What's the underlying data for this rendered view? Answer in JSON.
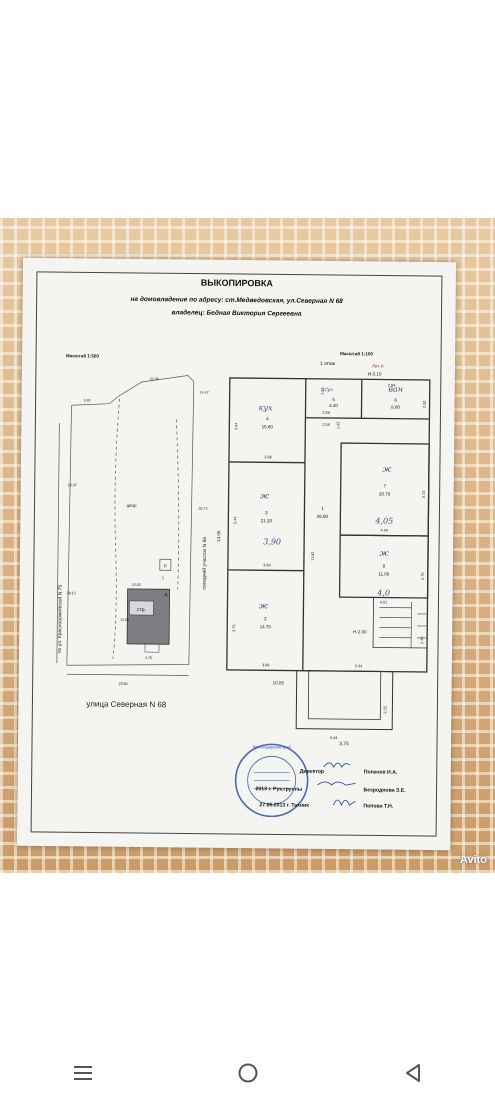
{
  "document": {
    "title": "ВЫКОПИРОВКА",
    "address_line": "на домовладение по адресу: ст.Медведовская, ул.Северная N 68",
    "owner_line": "владелец: Бедная Виктория Сергеевна",
    "scale_left": "Масштаб 1:500",
    "scale_right": "Масштаб 1:100",
    "floor": "1 этаж",
    "lit": "Лит А",
    "height": "H-3.10",
    "height_stairs": "H-2.90"
  },
  "site_plan": {
    "left_street": "по ул. Красноармейской N 75",
    "right_neighbor": "соседний участок N 66",
    "bottom_street": "улица Северная N 68",
    "yard": "двор",
    "building_code": "стр.",
    "building_letter": "А",
    "marker": "II",
    "marker_number": "1",
    "dims": {
      "top_left": "9.91",
      "top_right": "21.06",
      "left_top": "25.97",
      "left_bottom": "38.13",
      "right_top": "14.47",
      "right_mid": "35.73",
      "bottom": "29.84",
      "bld_top": "10.05",
      "bld_side": "14.05",
      "bld_bottom": "3.75"
    }
  },
  "floor_plan": {
    "overall_height": "14.05",
    "overall_width": "10.05",
    "porch_width": "3,75",
    "porch_height": "2.25",
    "rooms": [
      {
        "no": "4",
        "area": "15.60",
        "note": "кух"
      },
      {
        "no": "5",
        "area": "4.20",
        "note": "с/уз"
      },
      {
        "no": "6",
        "area": "8.00",
        "note": "ван"
      },
      {
        "no": "3",
        "area": "21.20",
        "note": "ж"
      },
      {
        "no": "1",
        "area": "26.60",
        "note": ""
      },
      {
        "no": "7",
        "area": "20.70",
        "note": "ж"
      },
      {
        "no": "2",
        "area": "14.70",
        "note": "ж"
      },
      {
        "no": "8",
        "area": "11.00",
        "note": "ж"
      }
    ],
    "dims": {
      "r4_side": "4.04",
      "r4_bottom": "3.86",
      "r5_side": "1.63",
      "r5_bottom": "2.56",
      "r5_b2": "2.56",
      "r5_side2": "1.02",
      "r6_top": "2.84",
      "r6_side": "2.82",
      "r3_side": "5.44",
      "r3_bottom": "3.89",
      "r3_hand": "3,90",
      "r1_side": "11.82",
      "r7_side": "5.13",
      "r7_bottom": "4.04",
      "r7_hand": "4,05",
      "r2_side": "3.79",
      "r2_bottom": "3.89",
      "r8_side": "2.75",
      "r8_bottom": "4.01",
      "r8_hand": "4,0",
      "stairs_bottom": "5.44",
      "stairs_side": "2.45"
    }
  },
  "signatures": {
    "director": "Директор",
    "director_name": "Попачев И.А.",
    "group_head": "2013 г. Рук.группы",
    "group_head_name": "Безроднова З.Е.",
    "technician": "27.05.2013 г. Техник",
    "technician_name": "Попова Т.Н.",
    "stamp": "Краснодарский край"
  },
  "watermark": "Avito",
  "nav": {
    "menu": "menu-icon",
    "home": "home-icon",
    "back": "back-icon"
  }
}
